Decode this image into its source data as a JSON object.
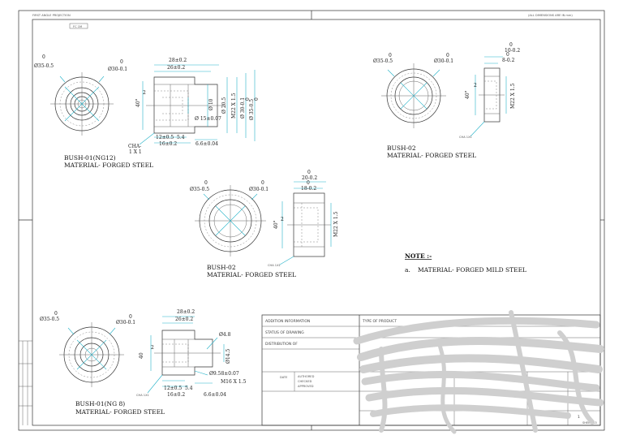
{
  "sheet": {
    "projection": "FIRST ANGLE PROJECTION",
    "units_note": "(ALL DIMENSIONS ARE IN mm)",
    "corner_tag": "FC 1M",
    "sheet_tag": "SHEET A3"
  },
  "drawings": {
    "bush01_ng12": {
      "title": "BUSH-01(NG12)",
      "material": "MATERIAL- FORGED STEEL",
      "dims": {
        "outer_dia": "Ø35-0.5",
        "outer_dia_top": "0",
        "bore_dia": "Ø30-0.1",
        "bore_dia_top": "0",
        "len_overall": "28±0.2",
        "len_inner": "26±0.2",
        "chamfer_angle": "40°",
        "small_2": "2",
        "dia_10": "Ø 10",
        "dia_20_5": "Ø 20.5",
        "thread": "M22 X 1.5",
        "dia_30": "Ø 30-0.1",
        "dia_35": "Ø 35-0.5",
        "zero_a": "0",
        "zero_b": "0",
        "dia_15": "Ø 15±0.07",
        "len_12": "12±0.5",
        "len_5_4": "5.4",
        "len_16": "16±0.2",
        "len_6_6": "6.6±0.04",
        "cha": "CHA-",
        "cha_size": "1 X 1"
      }
    },
    "bush02_top": {
      "title": "BUSH-02",
      "material": "MATERIAL- FORGED STEEL",
      "dims": {
        "outer_dia": "Ø35-0.5",
        "outer_dia_top": "0",
        "bore_dia": "Ø30-0.1",
        "bore_dia_top": "0",
        "len_10": "10-0.2",
        "len_10_top": "0",
        "len_8": "8-0.2",
        "len_8_top": "0",
        "small_2": "2",
        "angle": "40°",
        "thread": "M22 X 1.5",
        "cha": "CHA 1X1"
      }
    },
    "bush02_mid": {
      "title": "BUSH-02",
      "material": "MATERIAL- FORGED STEEL",
      "dims": {
        "outer_dia": "Ø35-0.5",
        "outer_dia_top": "0",
        "bore_dia": "Ø30-0.1",
        "bore_dia_top": "0",
        "len_20": "20-0.2",
        "len_20_top": "0",
        "len_18": "18-0.2",
        "len_18_top": "0",
        "small_2": "2",
        "angle": "40°",
        "thread": "M22 X 1.5",
        "cha": "CHA 1X1"
      }
    },
    "bush01_ng8": {
      "title": "BUSH-01(NG  8)",
      "material": "MATERIAL- FORGED STEEL",
      "dims": {
        "outer_dia": "Ø35-0.5",
        "outer_dia_top": "0",
        "bore_dia": "Ø30-0.1",
        "bore_dia_top": "0",
        "len_overall": "28±0.2",
        "len_inner": "26±0.2",
        "dia_4_8": "Ø4.8",
        "small_2": "2",
        "dia_40": "40",
        "dia_14": "Ø14.5",
        "dia_9_58": "Ø9.58±0.07",
        "thread": "M16 X 1.5",
        "len_12": "12±0.5",
        "len_5_4": "5.4",
        "len_16": "16±0.2",
        "len_6_6": "6.6±0.04",
        "cha": "CHA 1X1"
      }
    }
  },
  "note": {
    "heading": "NOTE :-",
    "item_letter": "a.",
    "item_text": "MATERIAL- FORGED MILD STEEL"
  },
  "title_block": {
    "addition_info": "ADDITION INFORMATION",
    "status": "STATUS OF DRAWING",
    "distribution": "DISTRIBUTION OF",
    "type_of_product": "TYPE OF PRODUCT",
    "date": "DATE",
    "authored": "AUTHORED",
    "checked": "CHECKED",
    "approved": "APPROVED",
    "sheet_no": "1"
  }
}
